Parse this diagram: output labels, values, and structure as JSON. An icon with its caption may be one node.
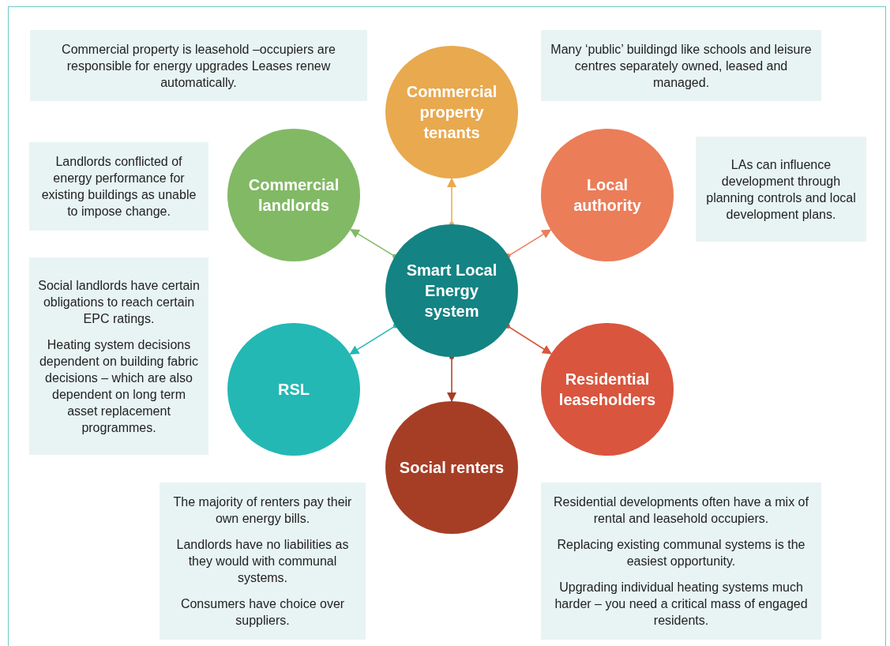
{
  "diagram": {
    "nodes": [
      {
        "text": [
          "Commercial property is leasehold –occupiers are responsible for energy upgrades Leases renew automatically."
        ]
      },
      {
        "text": [
          "Commercial property tenants"
        ]
      },
      {
        "text": [
          "Many ‘public’ buildingd like schools and leisure centres separately owned, leased and managed."
        ]
      },
      {
        "text": [
          "Landlords conflicted of energy performance for existing buildings as unable to impose change."
        ]
      },
      {
        "text": [
          "Commercial landlords"
        ]
      },
      {
        "text": [
          "Local authority"
        ]
      },
      {
        "text": [
          "LAs can influence development through planning controls and local development plans."
        ]
      },
      {
        "text": [
          "Social landlords have certain obligations to reach certain EPC ratings.",
          "Heating system decisions dependent on building fabric decisions – which are also dependent on long term asset replacement programmes."
        ]
      },
      {
        "text": [
          "Smart Local Energy system"
        ]
      },
      {
        "text": [
          "RSL"
        ]
      },
      {
        "text": [
          "Residential leaseholders"
        ]
      },
      {
        "text": [
          "Social renters"
        ]
      },
      {
        "text": [
          "The majority of renters pay their own energy bills.",
          "Landlords have no liabilities as they would with communal systems.",
          "Consumers have choice over suppliers."
        ]
      },
      {
        "text": [
          "Residential developments often have a mix of rental and leasehold occupiers.",
          "Replacing existing communal systems is the easiest opportunity.",
          "Upgrading individual heating systems much harder – you need a critical mass of engaged residents."
        ]
      }
    ],
    "edges": [
      {
        "from": 8,
        "to": 1,
        "arrow": "to",
        "color": "#e9a94f"
      },
      {
        "from": 8,
        "to": 4,
        "arrow": "to",
        "color": "#82b965"
      },
      {
        "from": 8,
        "to": 5,
        "arrow": "to",
        "color": "#eb7d59"
      },
      {
        "from": 8,
        "to": 9,
        "arrow": "to",
        "color": "#23b8b4"
      },
      {
        "from": 8,
        "to": 10,
        "arrow": "to",
        "color": "#d9553e"
      },
      {
        "from": 8,
        "to": 11,
        "arrow": "to",
        "color": "#a63e26"
      }
    ]
  }
}
